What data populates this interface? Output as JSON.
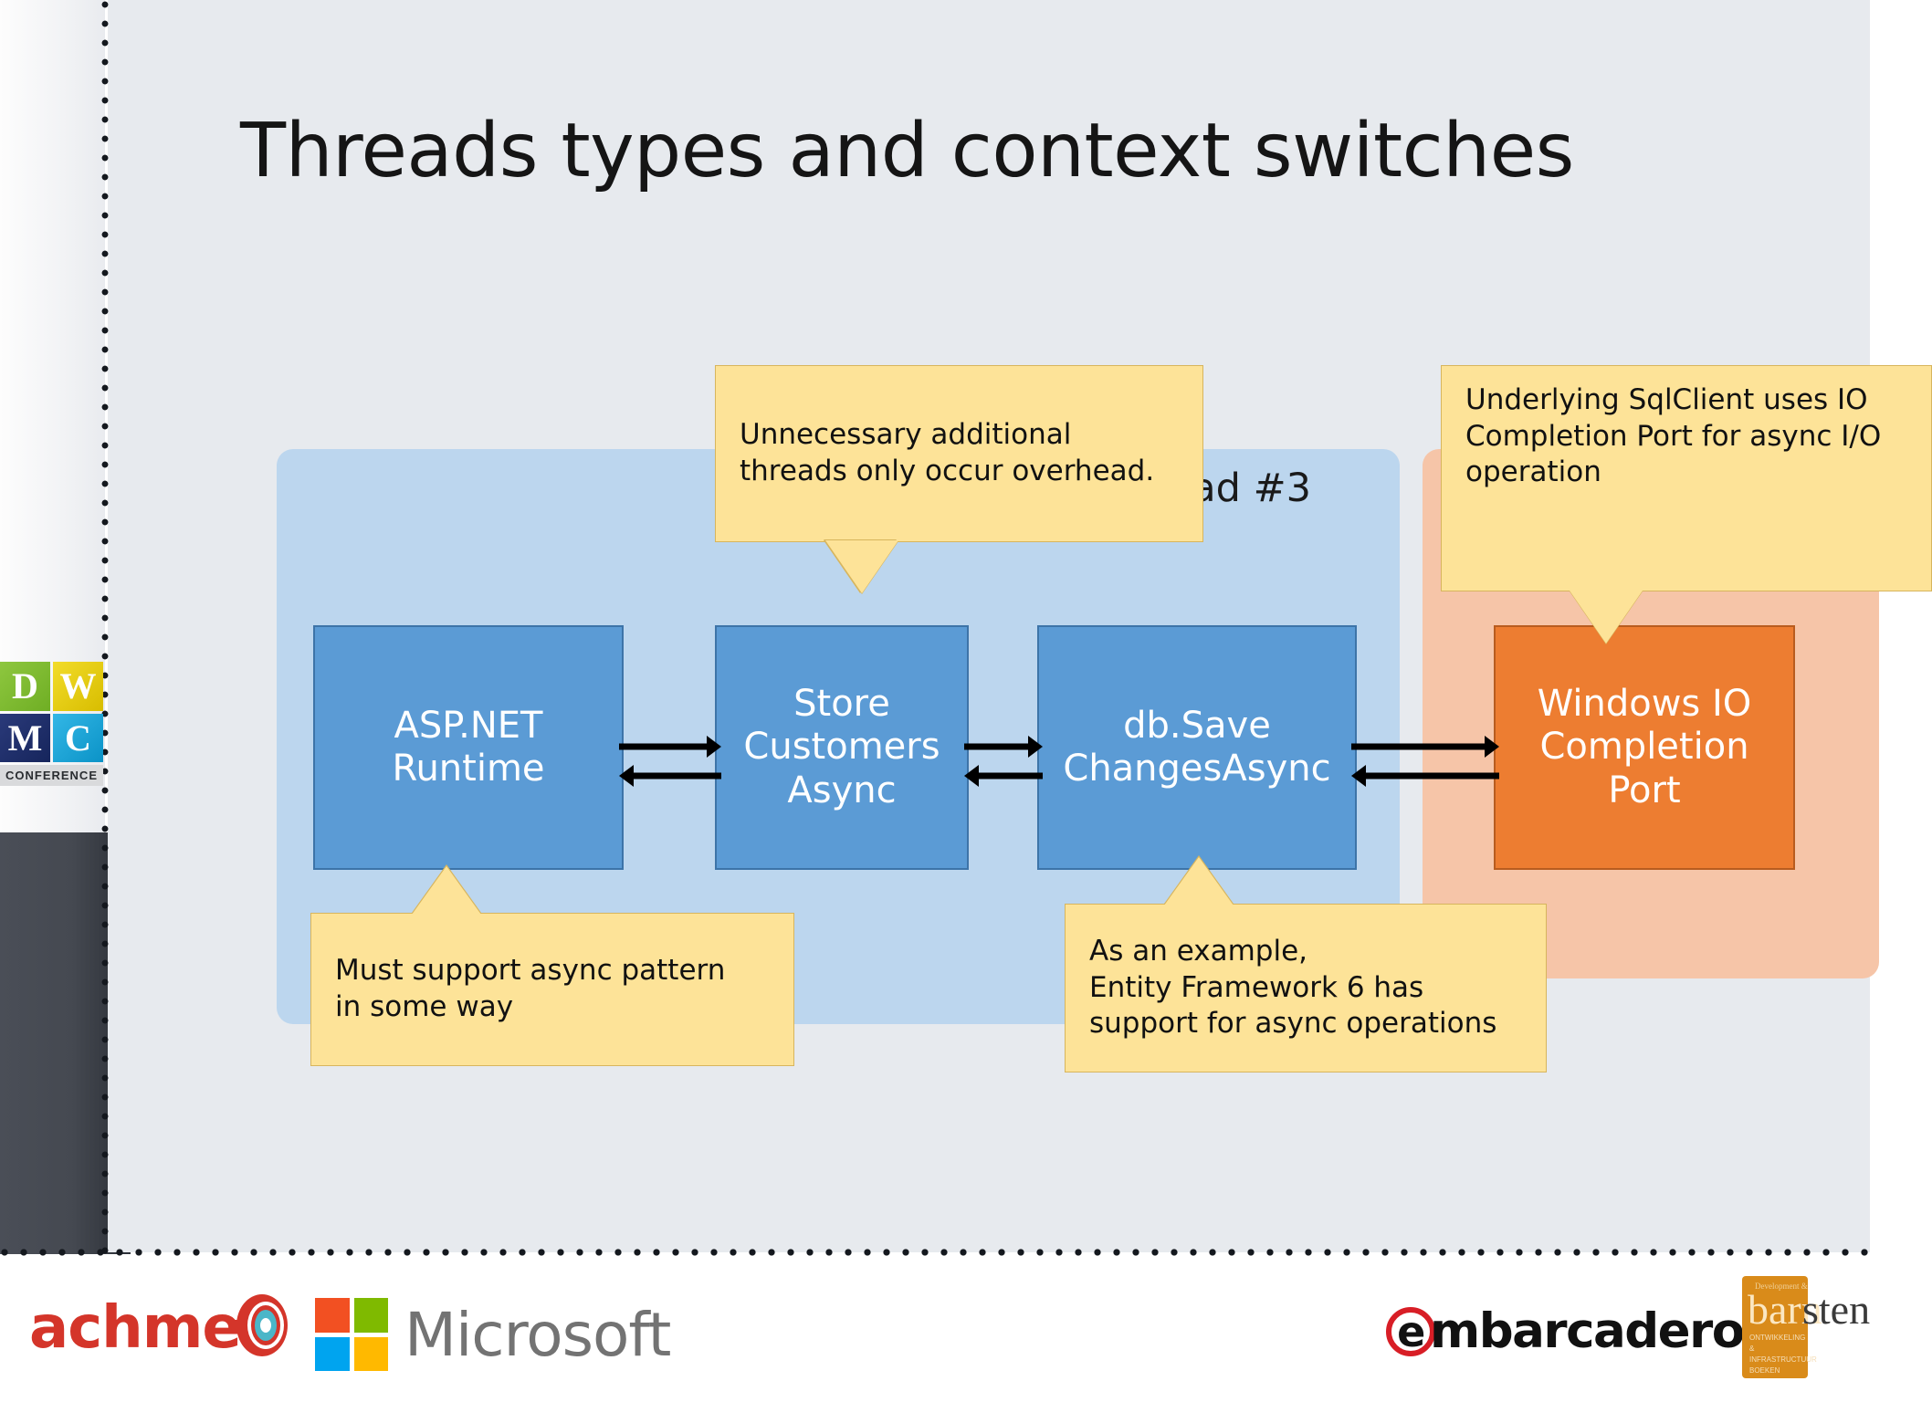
{
  "slide": {
    "title": "Threads types and context switches",
    "thread_label": "thread #3",
    "boxes": [
      {
        "id": "aspnet",
        "label": "ASP.NET\nRuntime",
        "color": "#5b9bd5"
      },
      {
        "id": "store",
        "label": "Store\nCustomers\nAsync",
        "color": "#5b9bd5"
      },
      {
        "id": "dbsave",
        "label": "db.Save\nChangesAsync",
        "color": "#5b9bd5"
      },
      {
        "id": "wincp",
        "label": "Windows IO\nCompletion\nPort",
        "color": "#ed7d31"
      }
    ],
    "callouts": [
      {
        "id": "threads",
        "lines": [
          "Unnecessary additional",
          "threads only occur overhead."
        ]
      },
      {
        "id": "sqlclient",
        "lines": [
          "Underlying SqlClient uses IO",
          "Completion Port for async I/O",
          "operation"
        ]
      },
      {
        "id": "mustsupport",
        "lines": [
          "Must support async pattern",
          "in some way"
        ]
      },
      {
        "id": "ef",
        "lines": [
          "As an example,",
          "Entity Framework 6 has",
          "support for async operations"
        ]
      }
    ],
    "panels": {
      "managed_color": "#bcd6ee",
      "native_color": "#f6c5a8",
      "background_color": "#e7eaee",
      "callout_color": "#fde398"
    }
  },
  "branding": {
    "dwmc": {
      "letters": [
        "D",
        "W",
        "M",
        "C"
      ],
      "caption": "CONFERENCE"
    }
  },
  "footer": {
    "achmea": "achmea",
    "microsoft": "Microsoft",
    "embarcadero_e": "e",
    "embarcadero": "mbarcadero",
    "barnsten_first": "barn",
    "barnsten_second": "sten",
    "barnsten_tiny": "Development &",
    "barnsten_sub": "ONTWIKKELING &\nINFRASTRUCTUUR\nBOEKEN"
  }
}
